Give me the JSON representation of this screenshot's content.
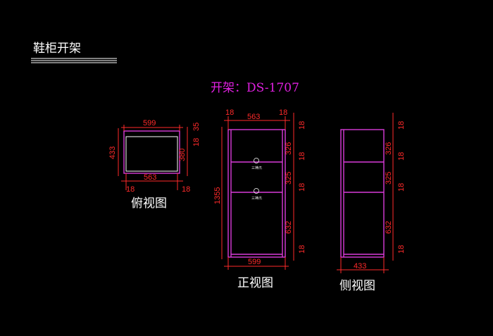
{
  "drawing": {
    "heading": "鞋柜开架",
    "model_title": "开架：DS-1707",
    "colors": {
      "cabinet": "#d93bd9",
      "dimension": "#ff2a2a",
      "text": "#ffffff",
      "title": "#e020e0"
    }
  },
  "top_view": {
    "label": "俯视图",
    "width_outer": "599",
    "width_inner": "563",
    "depth_outer": "433",
    "depth_inner": "380",
    "back": "35",
    "side_top": "18",
    "side_left": "18",
    "side_right": "18"
  },
  "front_view": {
    "label": "正视图",
    "side_left": "18",
    "inner_width": "563",
    "side_right": "18",
    "height": "1355",
    "width": "599",
    "right_dims": [
      "18",
      "326",
      "18",
      "325",
      "18",
      "632",
      "18"
    ],
    "knob_text": "三神爪"
  },
  "side_view": {
    "label": "侧视图",
    "depth": "433",
    "right_dims": [
      "18",
      "326",
      "18",
      "325",
      "18",
      "632",
      "18"
    ]
  }
}
